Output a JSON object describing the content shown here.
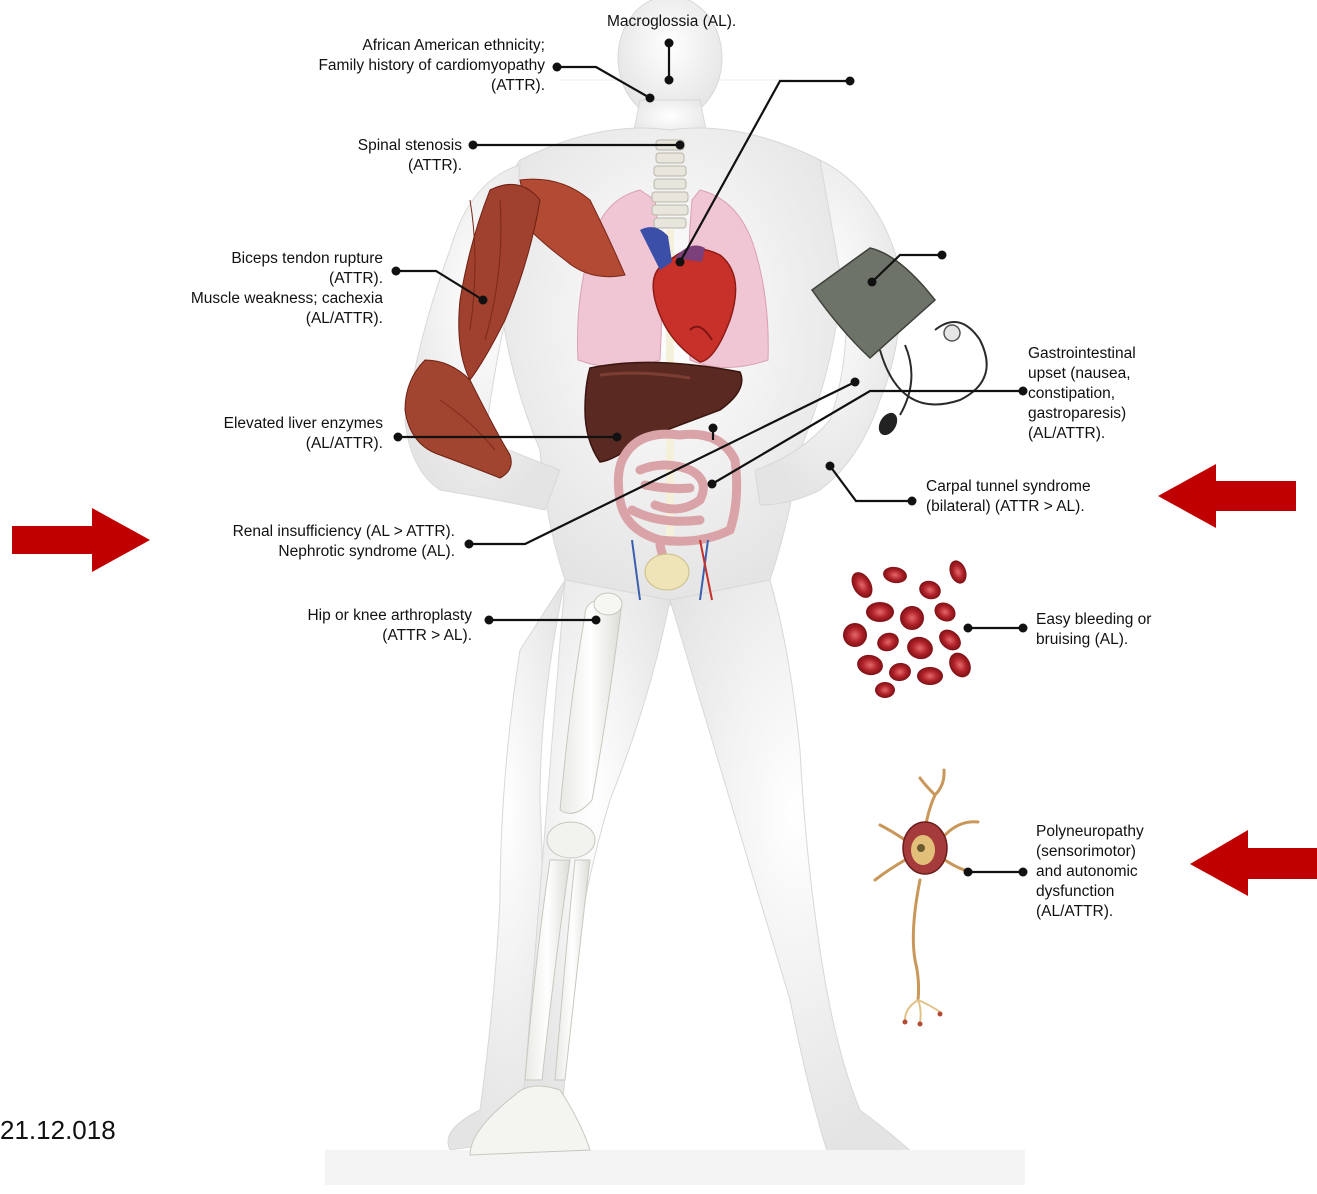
{
  "annotations": {
    "macroglossia": [
      "Macroglossia (AL)."
    ],
    "ethnicity": [
      "African American ethnicity;",
      "Family history of cardiomyopathy",
      "(ATTR)."
    ],
    "spinal": [
      "Spinal stenosis",
      "(ATTR)."
    ],
    "biceps": [
      "Biceps tendon rupture",
      "(ATTR).",
      "Muscle weakness; cachexia",
      "(AL/ATTR)."
    ],
    "liver": [
      "Elevated liver enzymes",
      "(AL/ATTR)."
    ],
    "renal": [
      "Renal insufficiency (AL > ATTR).",
      "Nephrotic syndrome (AL)."
    ],
    "hip": [
      "Hip or knee arthroplasty",
      "(ATTR > AL)."
    ],
    "gi": [
      "Gastrointestinal",
      "upset (nausea,",
      "constipation,",
      "gastroparesis)",
      "(AL/ATTR)."
    ],
    "carpal": [
      "Carpal tunnel syndrome",
      "(bilateral) (ATTR > AL)."
    ],
    "bleeding": [
      "Easy bleeding or",
      "bruising (AL)."
    ],
    "neuro": [
      "Polyneuropathy",
      "(sensorimotor)",
      "and autonomic",
      "dysfunction",
      "(AL/ATTR)."
    ]
  },
  "footer_text": "21.12.018",
  "colors": {
    "arrow": "#c00000",
    "body": "#f2f2f2",
    "muscle": "#a0402e",
    "liver": "#5a2a22",
    "heart": "#c8302a",
    "lung": "#f0c6d4",
    "intestine": "#d9a3a8",
    "blood_cell": "#b3242b"
  },
  "icons": [
    "red-arrow-icon",
    "blood-pressure-cuff-icon",
    "neuron-icon",
    "red-blood-cells-icon",
    "heart-icon",
    "liver-icon",
    "spine-icon",
    "muscle-arm-icon",
    "femur-bone-icon",
    "leg-bones-icon"
  ]
}
